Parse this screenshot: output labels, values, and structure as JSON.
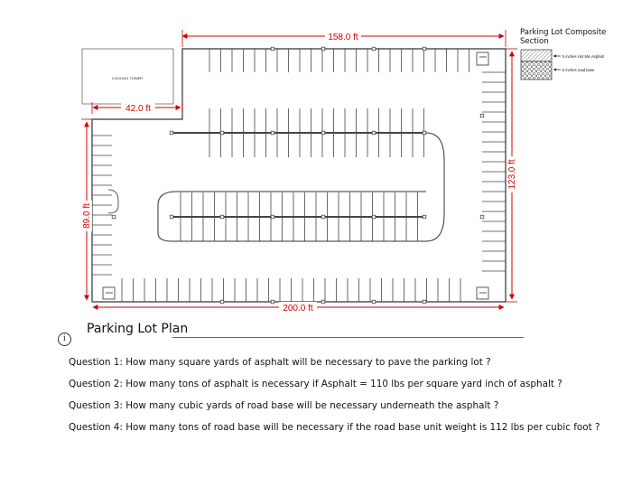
{
  "plan": {
    "cooling_tower_label": "COOLING TOWER",
    "dimensions": {
      "top_width": "158.0 ft",
      "notch_width": "42.0 ft",
      "bottom_width": "200.0 ft",
      "left_height": "89.0 ft",
      "right_height": "123.0 ft"
    },
    "colors": {
      "dimension": "#d10000",
      "lines": "#333333"
    }
  },
  "legend": {
    "title_line1": "Parking Lot Composite",
    "title_line2": "Section",
    "layer1": "5 inches Hot Mix Asphalt",
    "layer2": "6 inches road base"
  },
  "title": "Parking Lot Plan",
  "info_icon": "i",
  "questions": [
    "Question 1: How many square yards of asphalt will be necessary to pave the parking lot ?",
    "Question 2: How many tons of asphalt is necessary if Asphalt = 110 lbs per square yard inch of asphalt ?",
    "Question 3: How many cubic yards of road base will be necessary underneath the asphalt ?",
    "Question 4: How many tons of road base will be necessary if the road base unit weight is 112 lbs per cubic foot ?"
  ]
}
